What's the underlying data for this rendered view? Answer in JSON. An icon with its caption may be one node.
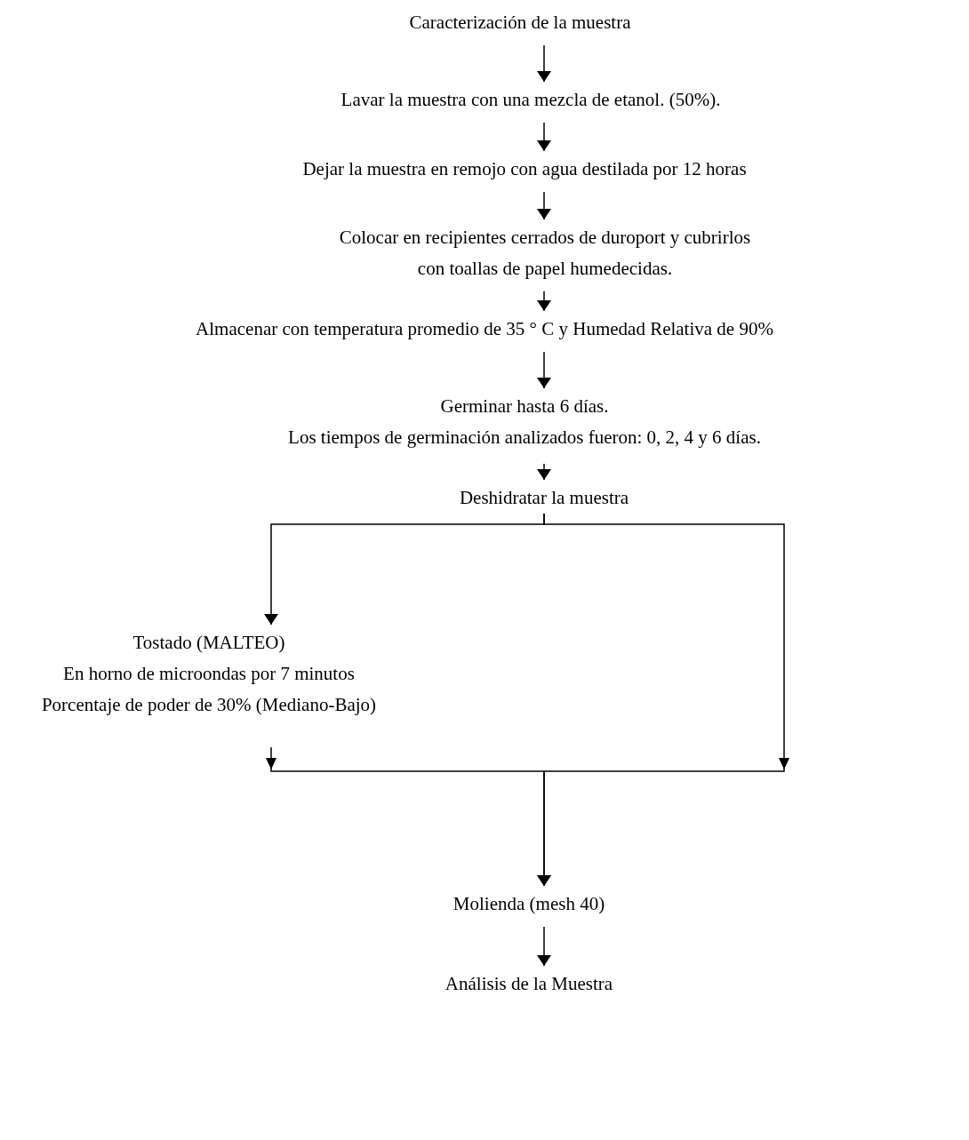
{
  "diagram": {
    "nodes": [
      {
        "text": [
          "Caracterización de la muestra"
        ]
      },
      {
        "text": [
          "Lavar la muestra con una mezcla de etanol. (50%)."
        ]
      },
      {
        "text": [
          "Dejar la muestra en remojo con agua destilada por 12 horas"
        ]
      },
      {
        "text": [
          "Colocar en recipientes cerrados de duroport y cubrirlos con toallas de papel humedecidas."
        ]
      },
      {
        "text": [
          "Almacenar con temperatura promedio de 35 ° C y Humedad Relativa de 90%"
        ]
      },
      {
        "text": [
          "Germinar hasta 6 días.",
          "Los tiempos de germinación analizados fueron: 0, 2, 4 y 6 días."
        ]
      },
      {
        "text": [
          "Deshidratar la muestra"
        ]
      },
      {
        "text": [
          "Tostado (MALTEO)",
          "En horno de microondas por 7 minutos",
          "Porcentaje de poder de 30% (Mediano-Bajo)"
        ]
      },
      {
        "text": [
          "Molienda (mesh 40)"
        ]
      },
      {
        "text": [
          "Análisis de la Muestra"
        ]
      }
    ],
    "edges": [
      {
        "from": 0,
        "to": 1,
        "arrow": "to"
      },
      {
        "from": 1,
        "to": 2,
        "arrow": "to"
      },
      {
        "from": 2,
        "to": 3,
        "arrow": "to"
      },
      {
        "from": 3,
        "to": 4,
        "arrow": "to"
      },
      {
        "from": 4,
        "to": 5,
        "arrow": "to"
      },
      {
        "from": 5,
        "to": 6,
        "arrow": "to"
      },
      {
        "from": 6,
        "to": 7,
        "arrow": "to"
      },
      {
        "from": 6,
        "to": 8,
        "arrow": "to"
      },
      {
        "from": 7,
        "to": 8,
        "arrow": "to"
      },
      {
        "from": 8,
        "to": 9,
        "arrow": "to"
      }
    ]
  }
}
